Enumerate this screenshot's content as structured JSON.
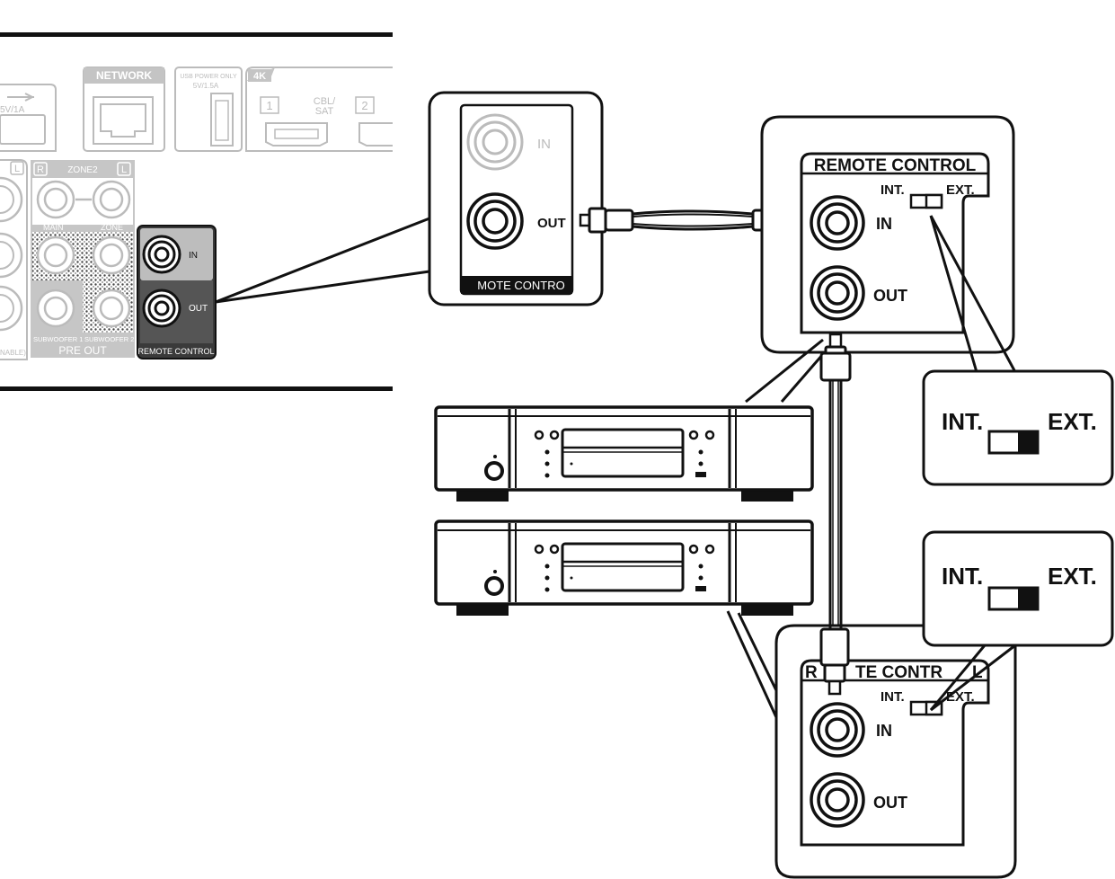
{
  "receiver_panel": {
    "network_label": "NETWORK",
    "usb_power_only": "USB POWER ONLY",
    "usb_power_rating": "5V/1.5A",
    "usb_left_rating": "5V/1A",
    "hdmi_4k": "4K",
    "hdmi_input_1": "1",
    "hdmi_input_1_label_line1": "CBL/",
    "hdmi_input_1_label_line2": "SAT",
    "hdmi_input_2": "2",
    "zone2_r": "R",
    "zone2_label": "ZONE2",
    "zone2_l": "L",
    "left_l": "L",
    "main_label": "MAIN",
    "zone_label": "ZONE",
    "subwoofer1": "SUBWOOFER 1",
    "subwoofer2": "SUBWOOFER 2",
    "pre_out": "PRE OUT",
    "enable_fragment": "NABLE)",
    "rc_in": "IN",
    "rc_out": "OUT",
    "rc_label": "REMOTE CONTROL"
  },
  "zoom_receiver": {
    "in_label": "IN",
    "out_label": "OUT",
    "panel_label": "MOTE CONTRO"
  },
  "device_panel_top": {
    "title": "REMOTE CONTROL",
    "int_label": "INT.",
    "ext_label": "EXT.",
    "in_label": "IN",
    "out_label": "OUT"
  },
  "switch_callout_top": {
    "int_label": "INT.",
    "ext_label": "EXT."
  },
  "switch_callout_bottom": {
    "int_label": "INT.",
    "ext_label": "EXT."
  },
  "device_panel_bottom": {
    "title_left": "R",
    "title_right": "TE CONTR",
    "title_end": "L",
    "int_label": "INT.",
    "ext_label": "EXT.",
    "in_label": "IN",
    "out_label": "OUT"
  }
}
